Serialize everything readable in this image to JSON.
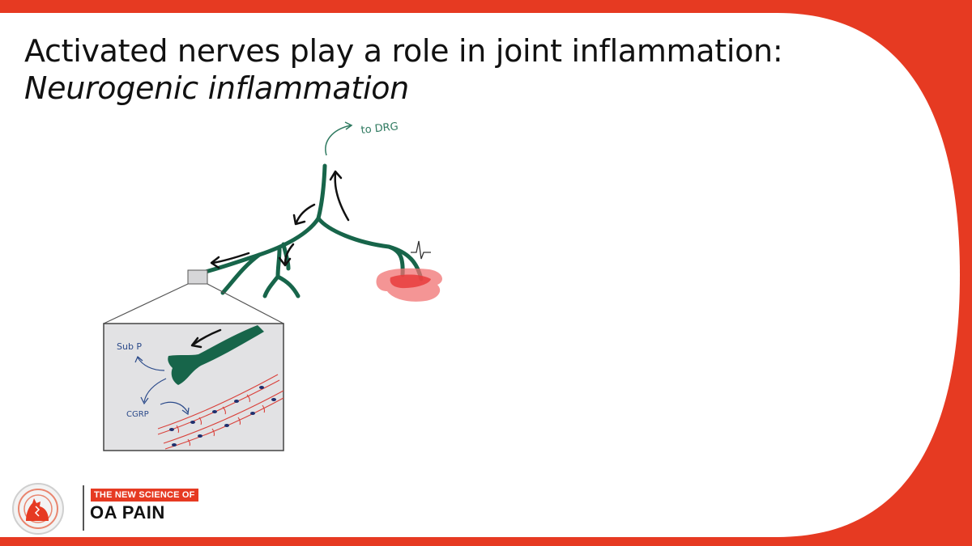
{
  "slide": {
    "title_line1": "Activated nerves play a role in joint inflammation:",
    "title_line2": "Neurogenic inflammation"
  },
  "diagram": {
    "labels": {
      "drg": "to DRG",
      "subp": "Sub P",
      "cgrp": "CGRP"
    },
    "colors": {
      "nerve": "#17654a",
      "inflamed": "#f05a5a",
      "vessel": "#d9403a",
      "inset_bg": "#e2e2e4",
      "accent": "#e63a22"
    }
  },
  "logo": {
    "tagline": "THE NEW SCIENCE OF",
    "name": "OA PAIN"
  }
}
